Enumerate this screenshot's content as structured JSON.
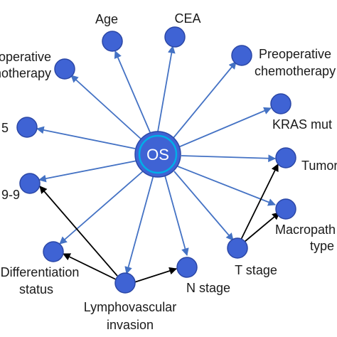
{
  "center": {
    "label": "OS"
  },
  "nodes": {
    "age": {
      "label": "Age"
    },
    "cea": {
      "label": "CEA"
    },
    "postoperative_chemo": {
      "line1": "operative",
      "line2": "motherapy"
    },
    "preoperative_chemo": {
      "line1": "Preoperative",
      "line2": "chemotherapy"
    },
    "kras": {
      "label": "KRAS mut"
    },
    "node_5": {
      "label": "5"
    },
    "tumor": {
      "label": "Tumor"
    },
    "node_9_9": {
      "label": "9-9"
    },
    "macropath": {
      "line1": "Macropath",
      "line2": "type"
    },
    "differentiation": {
      "line1": "Differentiation",
      "line2": "status"
    },
    "lymphovascular": {
      "line1": "Lymphovascular",
      "line2": "invasion"
    },
    "n_stage": {
      "label": "N stage"
    },
    "t_stage": {
      "label": "T stage"
    }
  },
  "colors": {
    "node_fill": "#3f63d4",
    "node_stroke": "#2b47a6",
    "center_ring": "#00aee8",
    "blue_arrow": "#4472c4",
    "black_arrow": "#000000"
  }
}
